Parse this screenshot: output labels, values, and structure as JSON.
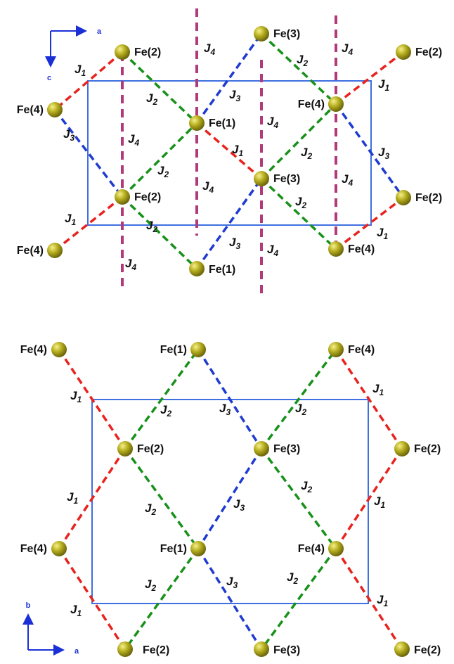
{
  "colors": {
    "J1": "#e8231f",
    "J2": "#17911a",
    "J3": "#1f3bd0",
    "J4": "#b03a7a",
    "cell": "#3f6fe0",
    "axis": "#1a2fd6",
    "atom": "#a8a01a"
  },
  "bond_types": [
    {
      "id": "J1",
      "label": "J",
      "sub": "1"
    },
    {
      "id": "J2",
      "label": "J",
      "sub": "2"
    },
    {
      "id": "J3",
      "label": "J",
      "sub": "3"
    },
    {
      "id": "J4",
      "label": "J",
      "sub": "4"
    }
  ],
  "top": {
    "axes": {
      "horizontal": "a",
      "vertical": "c"
    },
    "atoms": [
      {
        "name": "Fe(2)"
      },
      {
        "name": "Fe(3)"
      },
      {
        "name": "Fe(2)"
      },
      {
        "name": "Fe(4)"
      },
      {
        "name": "Fe(1)"
      },
      {
        "name": "Fe(4)"
      },
      {
        "name": "Fe(2)"
      },
      {
        "name": "Fe(3)"
      },
      {
        "name": "Fe(2)"
      },
      {
        "name": "Fe(4)"
      },
      {
        "name": "Fe(1)"
      },
      {
        "name": "Fe(4)"
      }
    ]
  },
  "bottom": {
    "axes": {
      "horizontal": "a",
      "vertical": "b"
    },
    "atoms": [
      {
        "name": "Fe(4)"
      },
      {
        "name": "Fe(1)"
      },
      {
        "name": "Fe(4)"
      },
      {
        "name": "Fe(2)"
      },
      {
        "name": "Fe(3)"
      },
      {
        "name": "Fe(2)"
      },
      {
        "name": "Fe(4)"
      },
      {
        "name": "Fe(1)"
      },
      {
        "name": "Fe(4)"
      },
      {
        "name": "Fe(2)"
      },
      {
        "name": "Fe(3)"
      },
      {
        "name": "Fe(2)"
      }
    ]
  }
}
